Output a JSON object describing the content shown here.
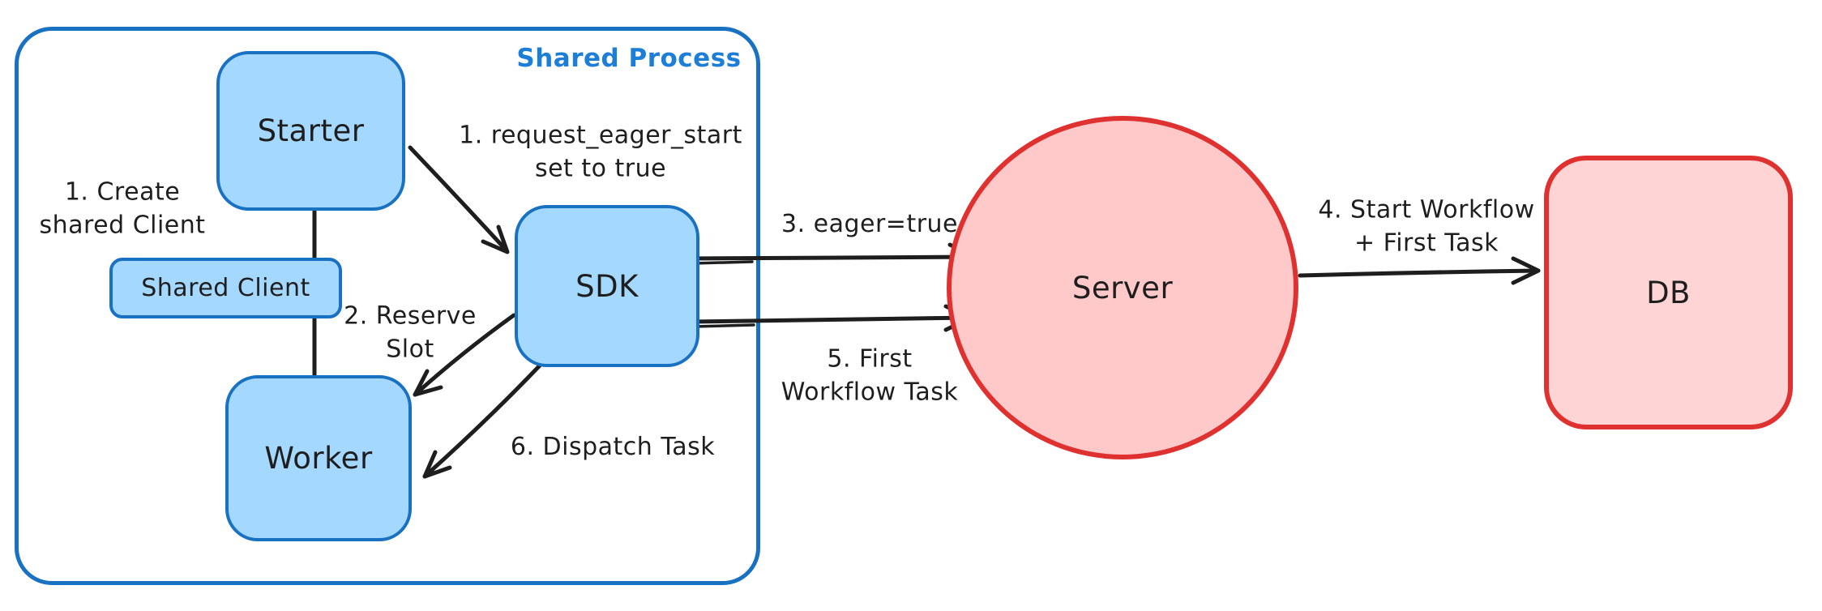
{
  "title": "Shared Process",
  "colors": {
    "canvas": "#ffffff",
    "ink": "#1e1e1e",
    "blue_stroke": "#1971c2",
    "blue_fill": "#a5d8ff",
    "blue_text": "#1c7ed6",
    "red_stroke": "#e03131",
    "red_fill": "#ffc9c9",
    "red_fill_light": "#ffd4d4"
  },
  "nodes": {
    "starter": {
      "label": "Starter"
    },
    "shared_client": {
      "label": "Shared Client"
    },
    "worker": {
      "label": "Worker"
    },
    "sdk": {
      "label": "SDK"
    },
    "server": {
      "label": "Server"
    },
    "db": {
      "label": "DB"
    }
  },
  "edges": {
    "create_shared_client": {
      "label": "1. Create\nshared Client",
      "from": "Starter",
      "to": "Worker"
    },
    "request_eager_start": {
      "label": "1. request_eager_start\nset to true",
      "from": "Starter",
      "to": "SDK"
    },
    "reserve_slot": {
      "label": "2. Reserve\nSlot",
      "from": "SDK",
      "to": "Worker"
    },
    "eager_true": {
      "label": "3. eager=true",
      "from": "SDK",
      "to": "Server"
    },
    "start_workflow": {
      "label": "4. Start Workflow\n+ First Task",
      "from": "Server",
      "to": "DB"
    },
    "first_workflow_task": {
      "label": "5. First\nWorkflow Task",
      "from": "SDK",
      "to": "Server"
    },
    "dispatch_task": {
      "label": "6. Dispatch Task",
      "from": "SDK",
      "to": "Worker"
    }
  }
}
